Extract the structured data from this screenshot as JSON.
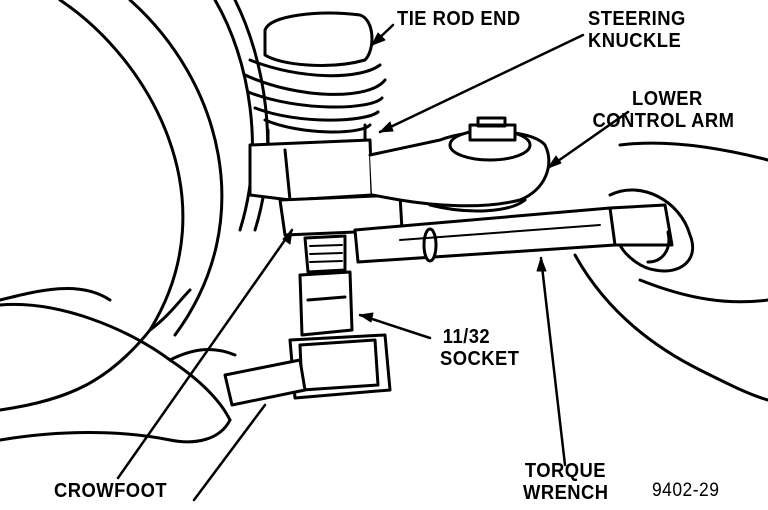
{
  "labels": {
    "tie_rod_end": "TIE ROD END",
    "steering_knuckle": [
      "STEERING",
      "KNUCKLE"
    ],
    "lower_control_arm": [
      "LOWER",
      "CONTROL ARM"
    ],
    "socket": [
      "11/32",
      "SOCKET"
    ],
    "crowfoot": "CROWFOOT",
    "torque_wrench": [
      "TORQUE",
      "WRENCH"
    ],
    "figure_number": "9402-29"
  },
  "colors": {
    "ink": "#000000",
    "paper": "#ffffff"
  }
}
